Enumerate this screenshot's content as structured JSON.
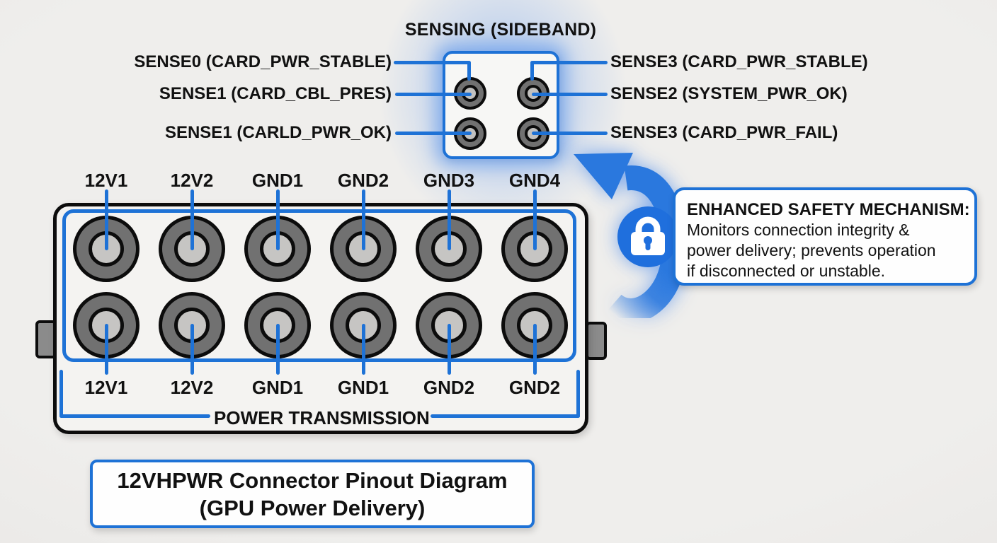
{
  "sensing": {
    "title": "SENSING (SIDEBAND)",
    "left_labels": [
      "SENSE0 (CARD_PWR_STABLE)",
      "SENSE1 (CARD_CBL_PRES)",
      "SENSE1 (CARLD_PWR_OK)"
    ],
    "right_labels": [
      "SENSE3 (CARD_PWR_STABLE)",
      "SENSE2 (SYSTEM_PWR_OK)",
      "SENSE3 (CARD_PWR_FAIL)"
    ]
  },
  "connector": {
    "top_pin_labels": [
      "12V1",
      "12V2",
      "GND1",
      "GND2",
      "GND3",
      "GND4"
    ],
    "bottom_pin_labels": [
      "12V1",
      "12V2",
      "GND1",
      "GND1",
      "GND2",
      "GND2"
    ],
    "bracket_label": "POWER TRANSMISSION"
  },
  "callout": {
    "title": "ENHANCED SAFETY MECHANISM:",
    "lines": [
      "Monitors connection integrity &",
      "power delivery; prevents operation",
      "if disconnected or unstable."
    ]
  },
  "caption": {
    "line1": "12VHPWR Connector Pinout Diagram",
    "line2": "(GPU Power Delivery)"
  },
  "colors": {
    "accent_blue": "#1e72d6",
    "arrow_blue": "#2a78de",
    "pin_ring_gray": "#717171",
    "pin_core_gray": "#c6c5c3",
    "background_gray": "#eceae8"
  }
}
